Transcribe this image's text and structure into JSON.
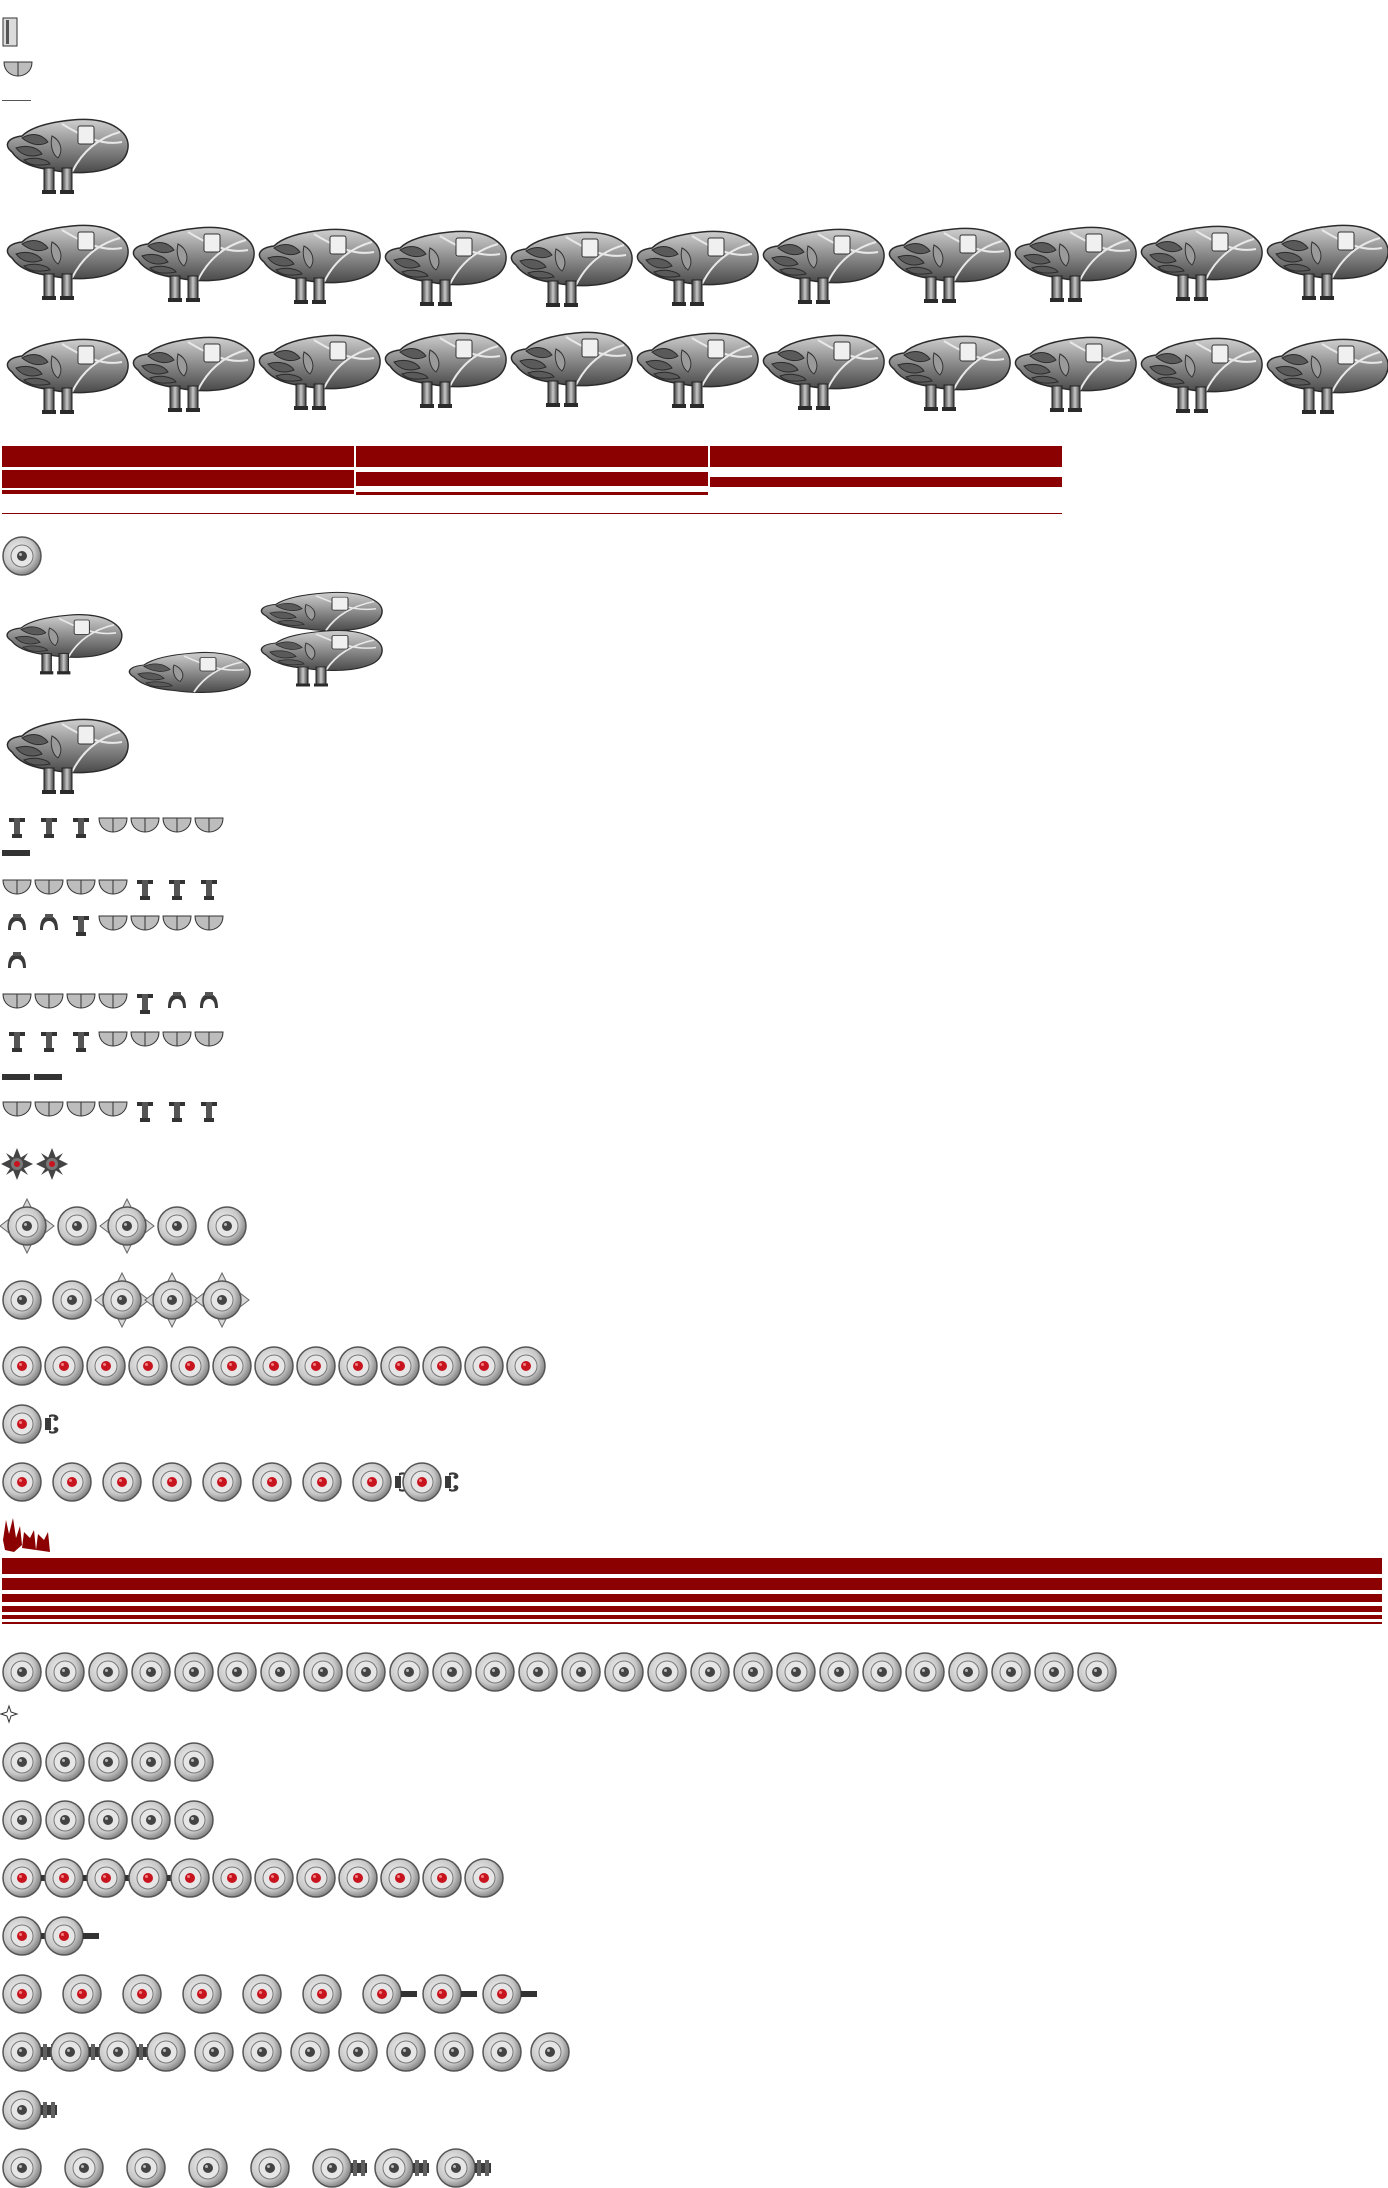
{
  "sheet": {
    "background": "#ffffff",
    "palette": {
      "bar_red": "#8b0000",
      "orb_face": "#dcdcdc",
      "orb_ring": "#707070",
      "orb_pupil": "#404040",
      "red_pupil": "#c8141e",
      "metal_dark": "#3a3a3a",
      "metal_mid": "#8a8a8a",
      "metal_light": "#d0d0d0"
    },
    "rows": [
      {
        "id": "row-small-parts",
        "type": "parts",
        "count": 2
      },
      {
        "id": "row-ship-base",
        "type": "ship",
        "count": 1
      },
      {
        "id": "row-ship-walk-a",
        "type": "ship",
        "count": 11
      },
      {
        "id": "row-ship-walk-b",
        "type": "ship",
        "count": 11
      },
      {
        "id": "row-health-bars-a",
        "type": "bars",
        "count": 9
      },
      {
        "id": "row-orb-single",
        "type": "orb",
        "count": 1
      },
      {
        "id": "row-ship-variants",
        "type": "ship",
        "count": 4
      },
      {
        "id": "row-ship-large",
        "type": "ship",
        "count": 1
      },
      {
        "id": "row-leg-pieces",
        "type": "legs",
        "count": 8
      },
      {
        "id": "row-gray-orbs-a",
        "type": "orb",
        "count": 5
      },
      {
        "id": "row-gray-orbs-b",
        "type": "orb",
        "count": 5
      },
      {
        "id": "row-red-claw-orbs",
        "type": "orb",
        "count": 13
      },
      {
        "id": "row-blood-splash",
        "type": "fx",
        "count": 3
      },
      {
        "id": "row-health-bars-b",
        "type": "bars",
        "count": 6
      },
      {
        "id": "row-orb-strip",
        "type": "orb",
        "count": 26
      },
      {
        "id": "row-red-bar-orbs",
        "type": "orb",
        "count": 12
      },
      {
        "id": "row-clamp-orbs",
        "type": "orb",
        "count": 12
      }
    ]
  }
}
